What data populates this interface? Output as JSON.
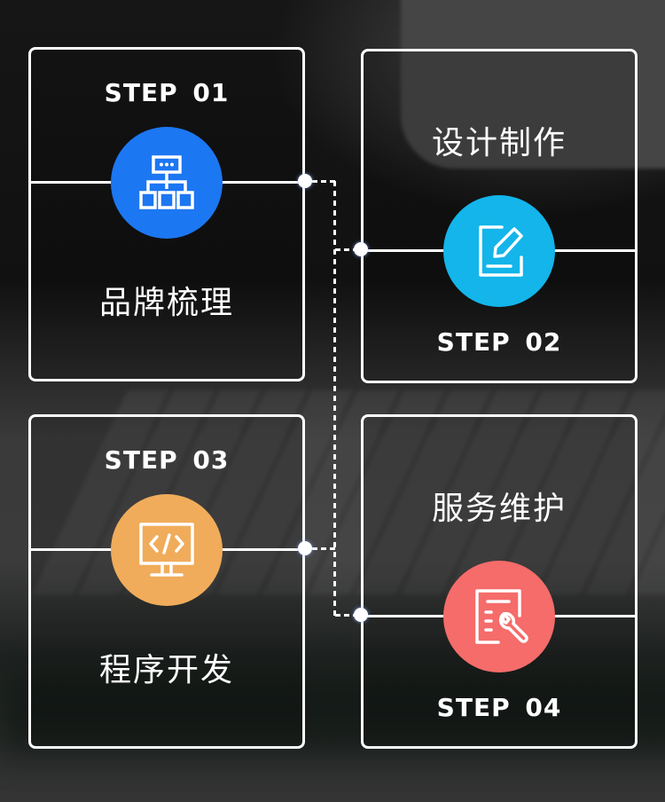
{
  "colors": {
    "step1": "#1c77f2",
    "step2": "#13b5ea",
    "step3": "#f0ac5a",
    "step4": "#f56c6a",
    "line": "#ffffff"
  },
  "steps": [
    {
      "label": "STEP 01",
      "title": "品牌梳理",
      "icon": "sitemap-icon"
    },
    {
      "label": "STEP 02",
      "title": "设计制作",
      "icon": "edit-document-icon"
    },
    {
      "label": "STEP 03",
      "title": "程序开发",
      "icon": "code-monitor-icon"
    },
    {
      "label": "STEP 04",
      "title": "服务维护",
      "icon": "document-wrench-icon"
    }
  ]
}
